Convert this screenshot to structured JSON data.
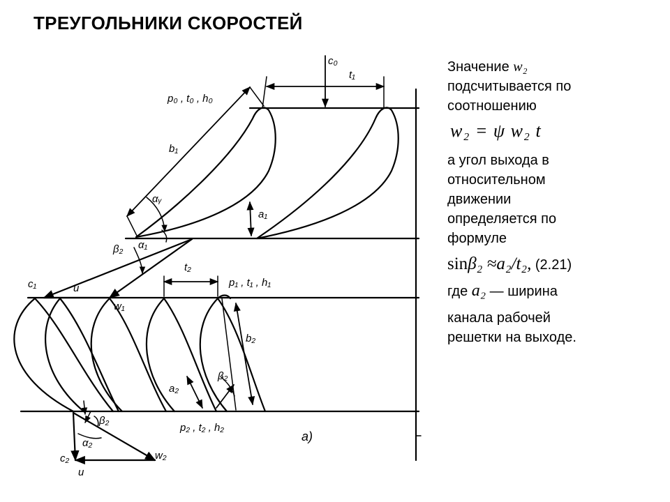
{
  "title": "ТРЕУГОЛЬНИКИ СКОРОСТЕЙ",
  "text": {
    "line1": "Значение",
    "w2_symbol": "w₂",
    "line2": "подсчитывается по",
    "line3": "соотношению",
    "formula1": "w₂ = ψ w₂ t",
    "line4": "а угол выхода в",
    "line5": "относительном",
    "line6": "движении",
    "line7": "определяется по",
    "line8": "формуле",
    "formula2_sin": "sin",
    "formula2_beta": "β₂",
    "formula2_rest": " ≈a₂/t₂,",
    "formula2_num": " (2.21)",
    "line9_prefix": "где ",
    "line9_a2": "a₂",
    "line9_suffix": " — ширина",
    "line10": "канала рабочей",
    "line11": "решетки на выходе."
  },
  "labels": {
    "c0": "c₀",
    "t1": "t₁",
    "p0": "p₀ , t₀ , h₀",
    "b1": "b₁",
    "ay": "αᵧ",
    "a1": "a₁",
    "alpha1": "α₁",
    "beta2": "β₂",
    "t2": "t₂",
    "p1": "p₁ , t₁ , h₁",
    "c1": "c₁",
    "u": "u",
    "w1": "w₁",
    "b2": "b₂",
    "a2": "a₂",
    "beta2b": "β₂",
    "p2": "p₂ , t₂ , h₂",
    "beta2c": "β₂",
    "alpha2": "α₂",
    "w2": "w₂",
    "c2": "c₂",
    "u2": "u",
    "fig": "a)"
  }
}
